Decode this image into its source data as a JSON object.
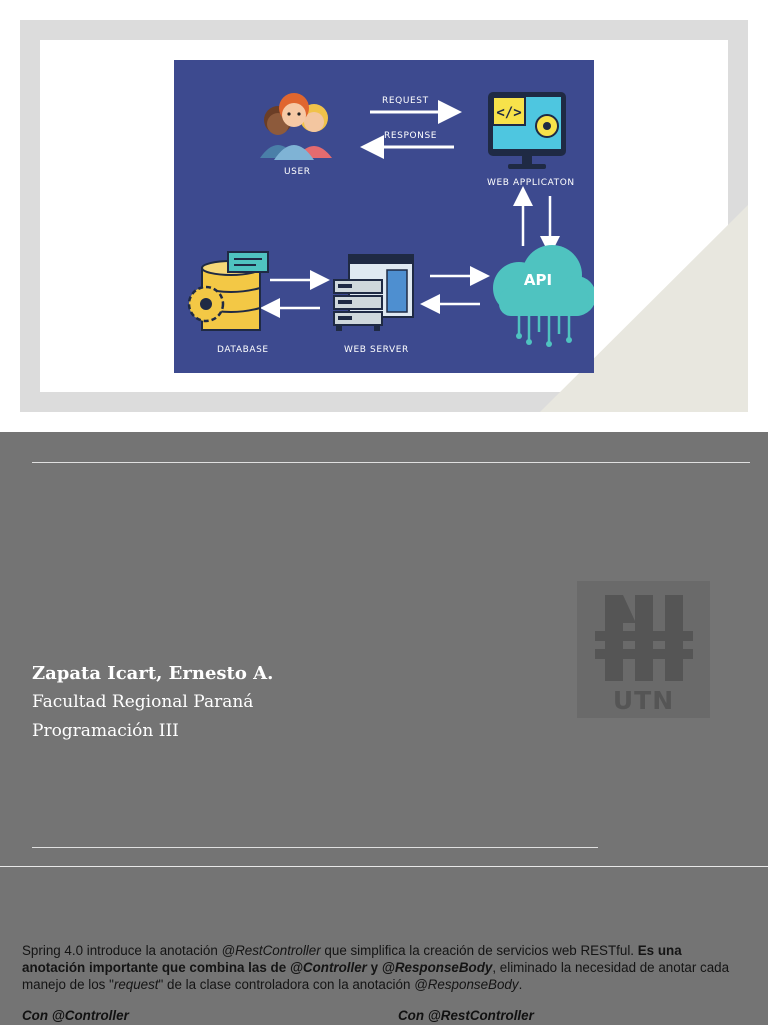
{
  "diagram": {
    "user_label": "USER",
    "web_application_label": "WEB APPLICATON",
    "request_label": "REQUEST",
    "response_label": "RESPONSE",
    "api_label": "API",
    "database_label": "DATABASE",
    "web_server_label": "WEB SERVER",
    "code_icon_text": "</>"
  },
  "author": {
    "name": "Zapata Icart, Ernesto A.",
    "faculty": "Facultad Regional Paraná",
    "course": "Programación III"
  },
  "logo": {
    "text": "UTN"
  },
  "content": {
    "paragraph": {
      "p1": "Spring 4.0 introduce la anotación ",
      "c1": "@RestController",
      "p2": " que simplifica la creación de servicios web RESTful. ",
      "b1": "Es una anotación importante que combina las de ",
      "bi1": "@Controller",
      "b2": " y ",
      "bi2": "@ResponseBody",
      "p3": ", eliminado la necesidad de anotar cada manejo de los \"",
      "c2": "request",
      "p4": "\" de la clase controladora con la anotación ",
      "c3": "@ResponseBody",
      "p5": "."
    },
    "col_left_heading": "Con @Controller",
    "col_right_heading": "Con @RestController"
  },
  "colors": {
    "diagram_background": "#3d4a8f",
    "slide_gray": "#747474",
    "frame_gray": "#dcdcdc",
    "corner_beige": "#e8e7df"
  }
}
